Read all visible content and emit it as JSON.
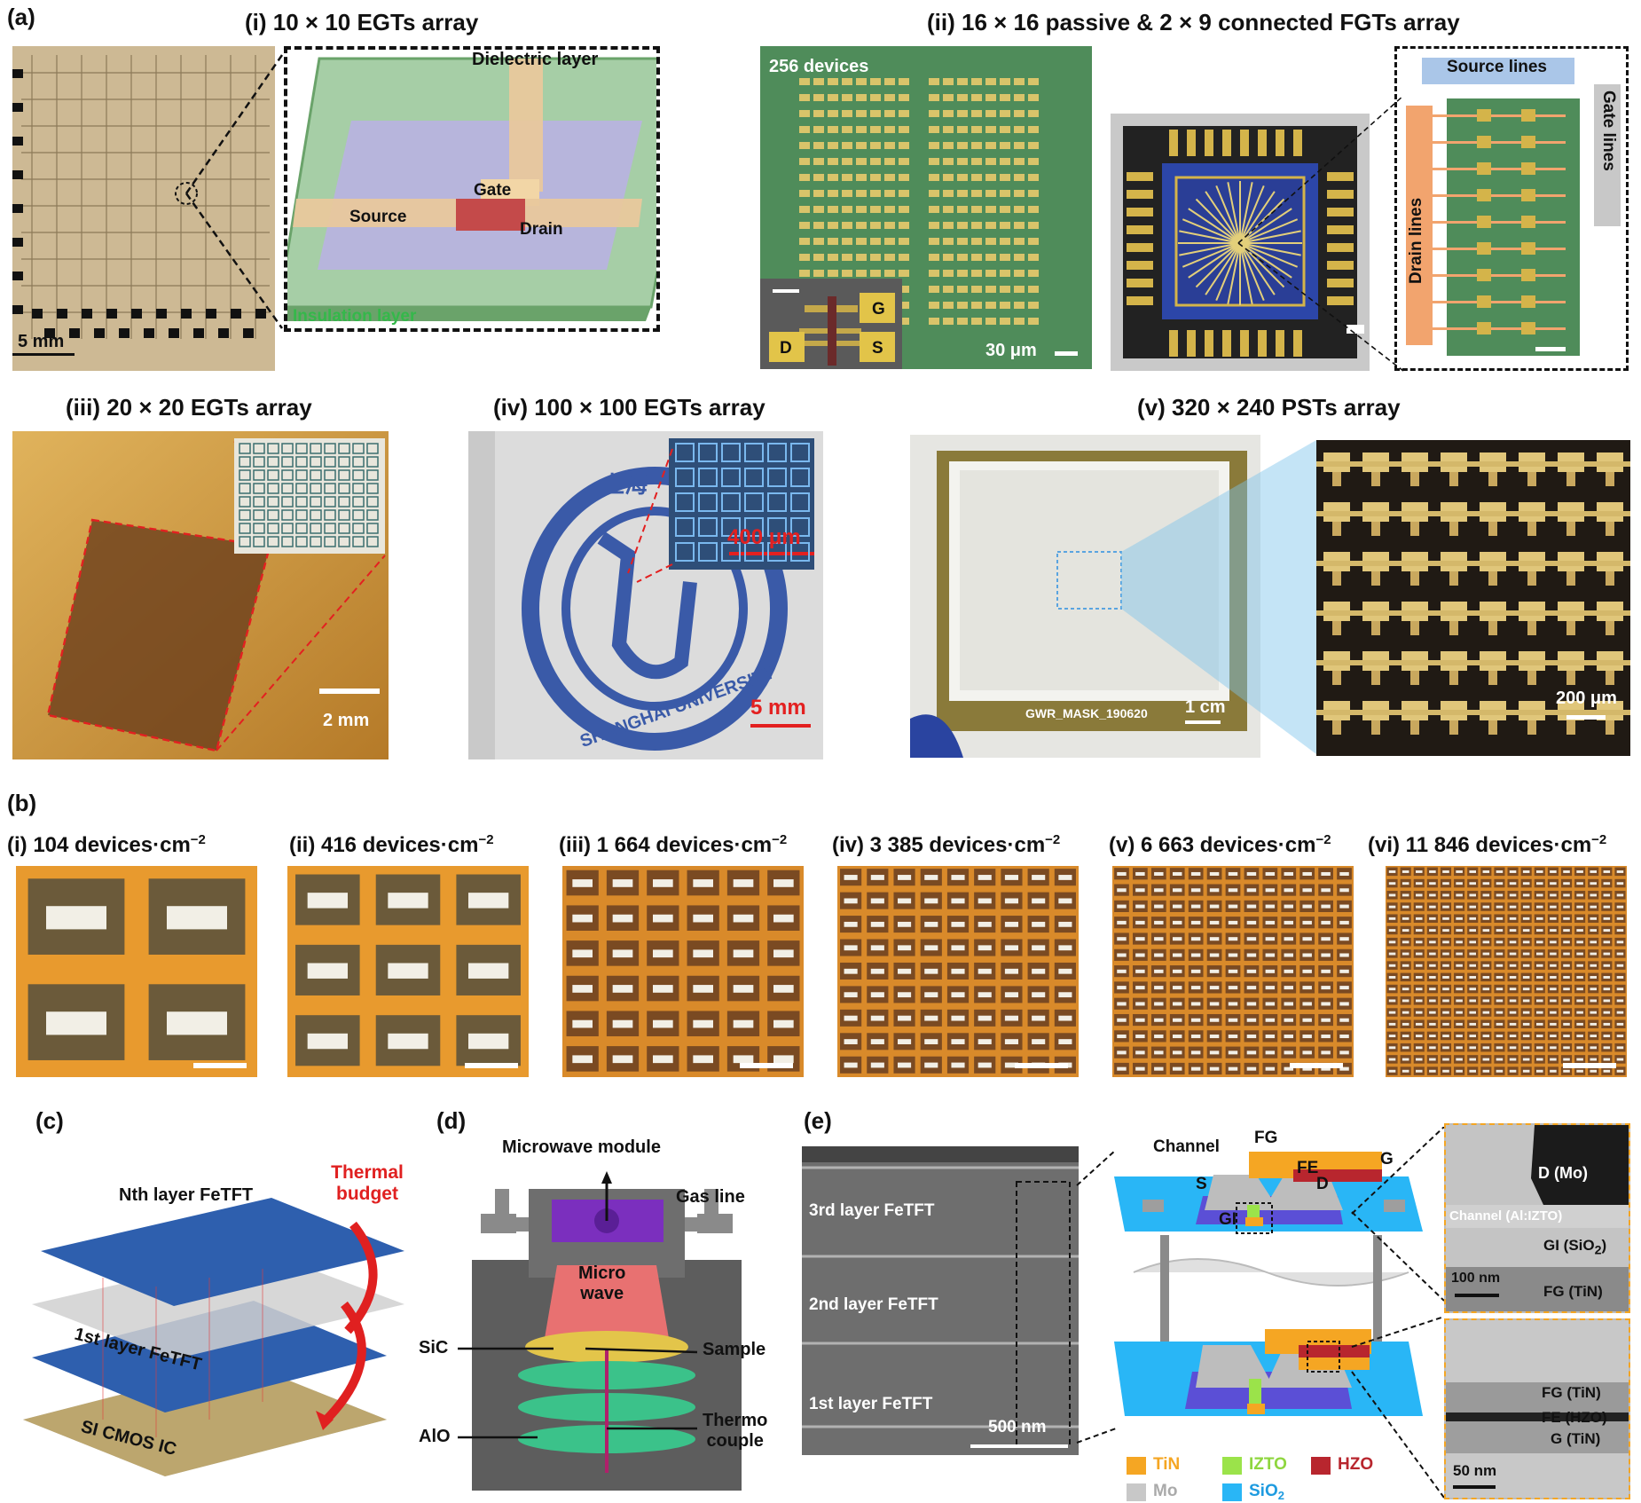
{
  "panel_a": {
    "label": "(a)",
    "sub_i": {
      "title": "(i) 10 × 10 EGTs array",
      "scale": "5 mm",
      "schematic": {
        "dielectric": "Dielectric layer",
        "gate": "Gate",
        "source": "Source",
        "drain": "Drain",
        "insulation": "Insulation layer"
      }
    },
    "sub_ii": {
      "title": "(ii) 16 × 16 passive & 2 × 9 connected FGTs array",
      "devices": "256 devices",
      "scale": "30 μm",
      "inset": {
        "g": "G",
        "d": "D",
        "s": "S"
      },
      "source_lines": "Source lines",
      "gate_lines": "Gate lines",
      "drain_lines": "Drain lines"
    },
    "sub_iii": {
      "title": "(iii) 20 × 20 EGTs array",
      "scale": "2 mm"
    },
    "sub_iv": {
      "title": "(iv) 100 × 100 EGTs array",
      "scale_inset": "400 μm",
      "scale": "5 mm",
      "logo_text": "SHANGHAI UNIVERSITY",
      "logo_cn": "上海"
    },
    "sub_v": {
      "title": "(v) 320 × 240 PSTs array",
      "mask": "GWR_MASK_190620",
      "scale": "1 cm",
      "scale_zoom": "200 μm"
    }
  },
  "panel_b": {
    "label": "(b)",
    "items": [
      {
        "num": "(i) 104",
        "unit": "devices·cm",
        "exp": "−2",
        "grid": 2
      },
      {
        "num": "(ii) 416",
        "unit": "devices·cm",
        "exp": "−2",
        "grid": 3
      },
      {
        "num": "(iii) 1 664",
        "unit": "devices·cm",
        "exp": "−2",
        "grid": 6
      },
      {
        "num": "(iv) 3 385",
        "unit": "devices·cm",
        "exp": "−2",
        "grid": 9
      },
      {
        "num": "(v) 6 663",
        "unit": "devices·cm",
        "exp": "−2",
        "grid": 13
      },
      {
        "num": "(vi) 11 846",
        "unit": "devices·cm",
        "exp": "−2",
        "grid": 18
      }
    ]
  },
  "panel_c": {
    "label": "(c)",
    "nth": "Nth layer FeTFT",
    "thermal": "Thermal budget",
    "first": "1st layer FeTFT",
    "cmos": "SI CMOS IC"
  },
  "panel_d": {
    "label": "(d)",
    "microwave_module": "Microwave module",
    "gas_line": "Gas line",
    "micro": "Micro",
    "wave": "wave",
    "sic": "SiC",
    "sample": "Sample",
    "alo": "AlO",
    "thermo": "Thermo",
    "couple": "couple"
  },
  "panel_e": {
    "label": "(e)",
    "sem": {
      "l3": "3rd layer FeTFT",
      "l2": "2nd layer FeTFT",
      "l1": "1st layer FeTFT",
      "scale": "500 nm"
    },
    "device": {
      "channel": "Channel",
      "fg": "FG",
      "fe": "FE",
      "g": "G",
      "s": "S",
      "d": "D",
      "gi": "GI"
    },
    "legend": [
      {
        "name": "TiN",
        "color": "#f5a623",
        "text_color": "#f5a623"
      },
      {
        "name": "IZTO",
        "color": "#9be34a",
        "text_color": "#8fd63f"
      },
      {
        "name": "HZO",
        "color": "#b8262e",
        "text_color": "#b8262e"
      },
      {
        "name": "Mo",
        "color": "#c8c8c8",
        "text_color": "#aaaaaa"
      },
      {
        "name": "SiO",
        "sub": "2",
        "color": "#29b6f6",
        "text_color": "#1e9be0"
      }
    ],
    "tem_top": {
      "d": "D (Mo)",
      "channel": "Channel (Al:IZTO)",
      "gi": "GI (SiO",
      "gi_sub": "2",
      "gi_end": ")",
      "fg": "FG (TiN)",
      "scale": "100 nm"
    },
    "tem_bottom": {
      "fg": "FG (TiN)",
      "fe": "FE (HZO)",
      "g": "G (TiN)",
      "scale": "50 nm"
    }
  }
}
